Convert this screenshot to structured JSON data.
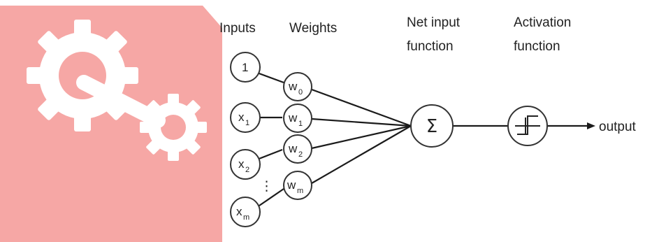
{
  "colors": {
    "watermark_background": "#f6a7a5",
    "watermark_gear": "#ffffff",
    "node_stroke": "#333333",
    "line": "#1b1b1b",
    "text": "#222222"
  },
  "watermark": {
    "icon": "gear-logo-watermark"
  },
  "headers": {
    "inputs": "Inputs",
    "weights": "Weights",
    "net_input_line1": "Net input",
    "net_input_line2": "function",
    "activation_line1": "Activation",
    "activation_line2": "function"
  },
  "inputs": [
    {
      "base": "1",
      "sub": ""
    },
    {
      "base": "x",
      "sub": "1"
    },
    {
      "base": "x",
      "sub": "2"
    },
    {
      "base": "x",
      "sub": "m"
    }
  ],
  "weights": [
    {
      "base": "w",
      "sub": "0"
    },
    {
      "base": "w",
      "sub": "1"
    },
    {
      "base": "w",
      "sub": "2"
    },
    {
      "base": "w",
      "sub": "m"
    }
  ],
  "ellipsis": "⋮",
  "sum_symbol": "Σ",
  "activation_icon": "step-function-icon",
  "output_label": "output"
}
